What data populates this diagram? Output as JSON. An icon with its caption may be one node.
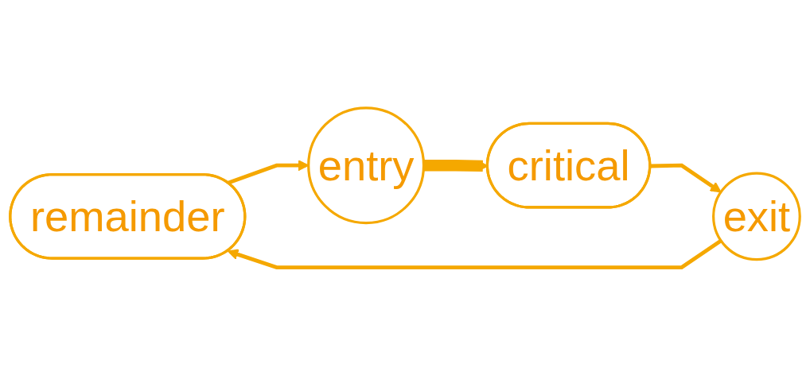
{
  "diagram": {
    "nodes": [
      {
        "text": [
          "remainder"
        ]
      },
      {
        "text": [
          "entry"
        ]
      },
      {
        "text": [
          "critical"
        ]
      },
      {
        "text": [
          "exit"
        ]
      }
    ],
    "edges": [
      {
        "from": 0,
        "to": 1,
        "arrow": "to"
      },
      {
        "from": 1,
        "to": 2,
        "arrow": "to",
        "style": "thick"
      },
      {
        "from": 2,
        "to": 3,
        "arrow": "to"
      },
      {
        "from": 3,
        "to": 0,
        "arrow": "to"
      }
    ]
  }
}
